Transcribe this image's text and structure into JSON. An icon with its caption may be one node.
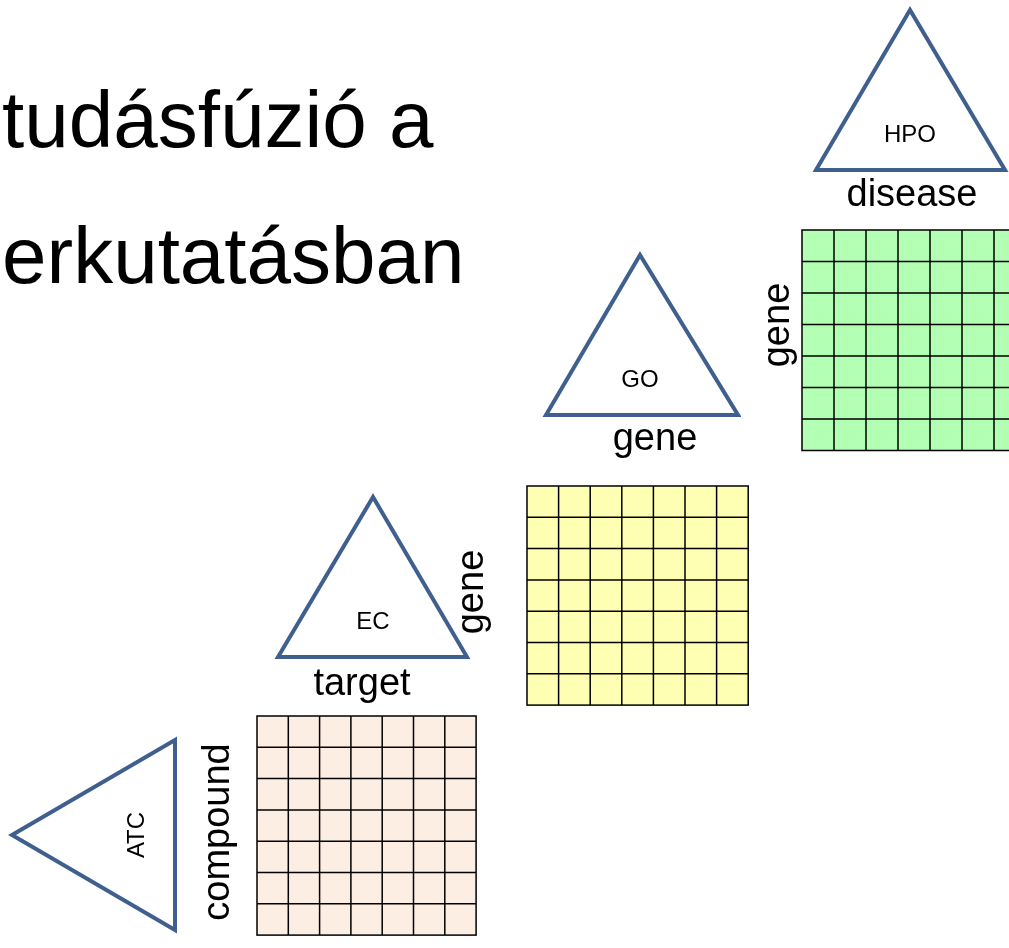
{
  "diagram": {
    "title": "tudásfúzió a erkutatásban",
    "nodes": [
      {
        "text": [
          "HPO"
        ],
        "beside": [
          "disease"
        ]
      },
      {
        "text": [
          "GO"
        ],
        "beside": [
          "gene"
        ]
      },
      {
        "text": [
          "EC"
        ],
        "beside": [
          "target"
        ]
      },
      {
        "text": [
          "ATC"
        ]
      }
    ],
    "labels": [
      "gene",
      "gene",
      "compound"
    ]
  }
}
